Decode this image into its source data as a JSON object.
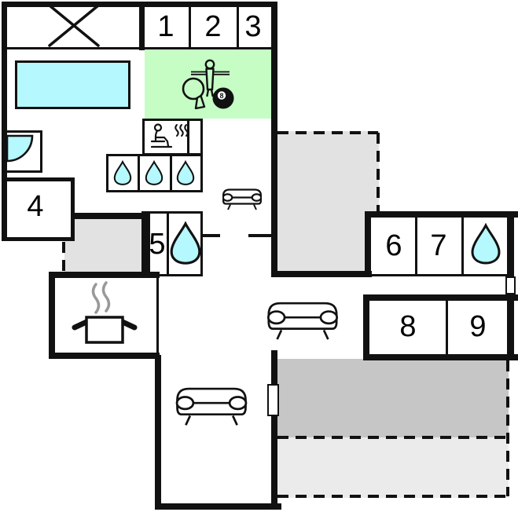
{
  "rooms": {
    "r1": {
      "label": "1"
    },
    "r2": {
      "label": "2"
    },
    "r3": {
      "label": "3"
    },
    "r4": {
      "label": "4"
    },
    "r5": {
      "label": "5"
    },
    "r6": {
      "label": "6"
    },
    "r7": {
      "label": "7"
    },
    "r8": {
      "label": "8"
    },
    "r9": {
      "label": "9"
    }
  },
  "icons": {
    "eight_ball_label": "8",
    "names": [
      "crossed-area-icon",
      "pool",
      "foosball-player-icon",
      "table-tennis-paddle-icon",
      "eight-ball-icon",
      "sauna-icon",
      "water-drop-icon",
      "corner-shower-icon",
      "cooking-pot-icon",
      "sofa-icon",
      "door-marker"
    ]
  },
  "colors": {
    "wall": "#111111",
    "water_fill": "#b5f8fd",
    "game_room_fill": "#c5fdc5",
    "terrace_fill": "#e2e2e2",
    "terrace_covered_fill": "#c6c6c6",
    "terrace_lower_fill": "#ebebeb"
  }
}
